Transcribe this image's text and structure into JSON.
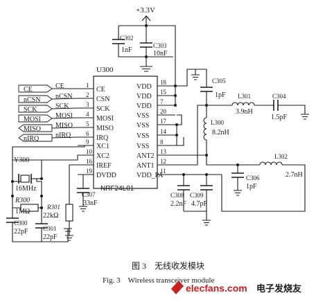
{
  "supply": {
    "label": "+3.3V"
  },
  "chip": {
    "ref": "U300",
    "part": "NRF24L01"
  },
  "left_pins": [
    {
      "num": "1",
      "name": "CE"
    },
    {
      "num": "2",
      "name": "CSN"
    },
    {
      "num": "3",
      "name": "SCK"
    },
    {
      "num": "4",
      "name": "MOSI"
    },
    {
      "num": "5",
      "name": "MISO"
    },
    {
      "num": "6",
      "name": "IRQ"
    },
    {
      "num": "9",
      "name": "XC1"
    },
    {
      "num": "10",
      "name": "XC2"
    },
    {
      "num": "16",
      "name": "IREF"
    },
    {
      "num": "19",
      "name": "DVDD"
    }
  ],
  "right_pins": [
    {
      "num": "18",
      "name": "VDD"
    },
    {
      "num": "15",
      "name": "VDD"
    },
    {
      "num": "7",
      "name": "VDD"
    },
    {
      "num": "20",
      "name": "VSS"
    },
    {
      "num": "17",
      "name": "VSS"
    },
    {
      "num": "14",
      "name": "VSS"
    },
    {
      "num": "8",
      "name": "VSS"
    },
    {
      "num": "13",
      "name": "ANT2"
    },
    {
      "num": "12",
      "name": "ANT1"
    },
    {
      "num": "11",
      "name": "VDD_PA"
    }
  ],
  "wire_labels": [
    "CE",
    "nCSN",
    "SCK",
    "MOSI",
    "MISO",
    "nIRQ"
  ],
  "port_labels": [
    "CE",
    "nCSN",
    "SCK",
    "MOSI",
    "MISO",
    "nIRQ"
  ],
  "components": {
    "c302": {
      "ref": "C302",
      "value": "1nF"
    },
    "c303": {
      "ref": "C303",
      "value": "10nF"
    },
    "c305": {
      "ref": "C305",
      "value": "1pF"
    },
    "l301": {
      "ref": "L301",
      "value": "3.9nH"
    },
    "c304": {
      "ref": "C304",
      "value": "1.5pF"
    },
    "l300": {
      "ref": "L300",
      "value": "8.2nH"
    },
    "l302": {
      "ref": "L302",
      "value": "2.7nH"
    },
    "c306": {
      "ref": "C306",
      "value": "1pF"
    },
    "c308": {
      "ref": "C308",
      "value": "2.2nF"
    },
    "c309": {
      "ref": "C309",
      "value": "4.7pF"
    },
    "c307": {
      "ref": "C307",
      "value": "33nF"
    },
    "r301": {
      "ref": "R301",
      "value": "22kΩ"
    },
    "y300": {
      "ref": "Y300",
      "value": "16MHz"
    },
    "r300": {
      "ref": "R300",
      "value": "1MΩ"
    },
    "c300": {
      "ref": "C300",
      "value": "22pF"
    },
    "c301": {
      "ref": "C301",
      "value": "22pF"
    }
  },
  "caption": {
    "cn": "图 3　无线收发模块",
    "en": "Fig. 3　Wireless transceiver module"
  },
  "watermark": {
    "site": "elecfans.com",
    "cn": "电子发烧友"
  }
}
